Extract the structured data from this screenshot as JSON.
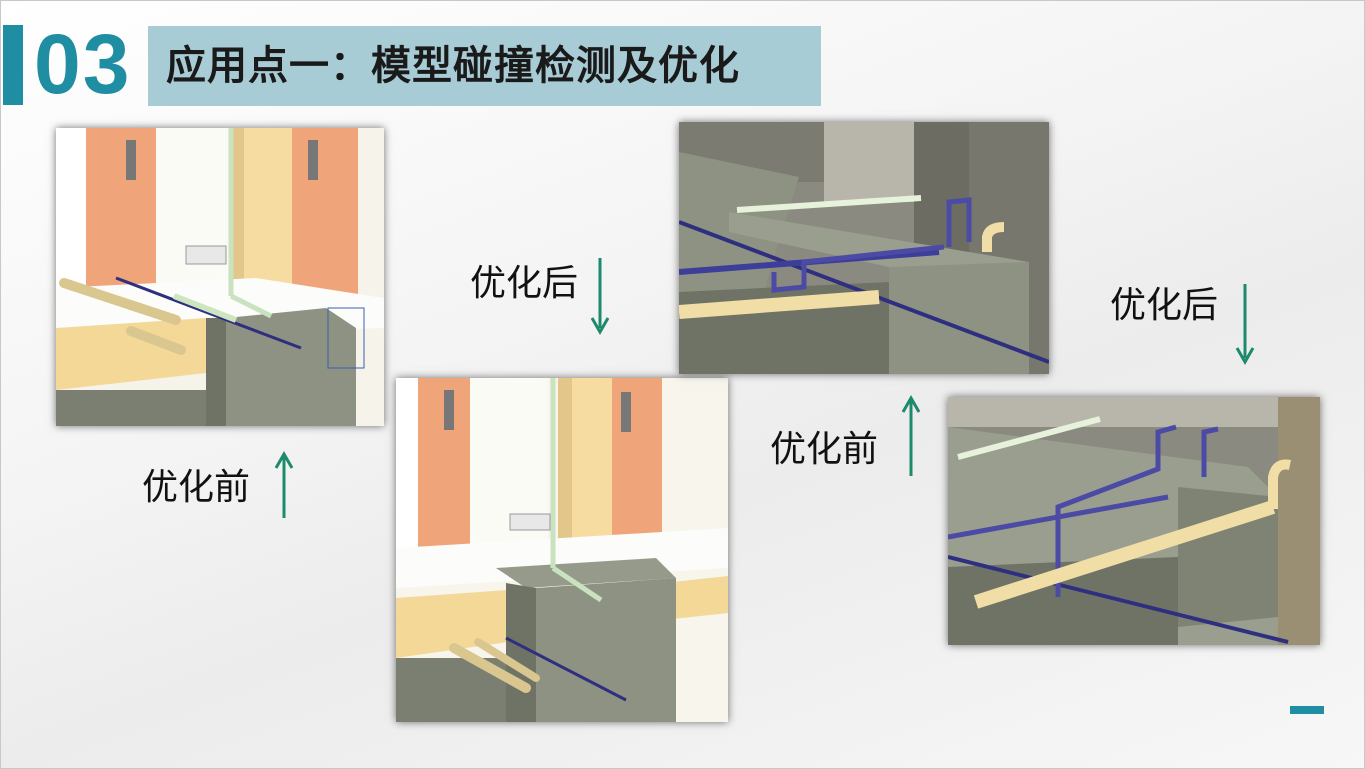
{
  "slide": {
    "number": "03",
    "title": "应用点一：模型碰撞检测及优化"
  },
  "labels": {
    "before_left": "优化前",
    "after_middle": "优化后",
    "before_right": "优化前",
    "after_right": "优化后"
  },
  "colors": {
    "accent": "#1f8ea3",
    "title_bg": "#a8ccd6",
    "arrow": "#1d8a6b"
  },
  "images": [
    {
      "name": "model-before-1",
      "depicts": "pipe-clash-before"
    },
    {
      "name": "model-after-1",
      "depicts": "pipe-clash-after"
    },
    {
      "name": "model-after-2",
      "depicts": "pipe-clash-after"
    },
    {
      "name": "model-before-2",
      "depicts": "pipe-clash-before"
    }
  ]
}
